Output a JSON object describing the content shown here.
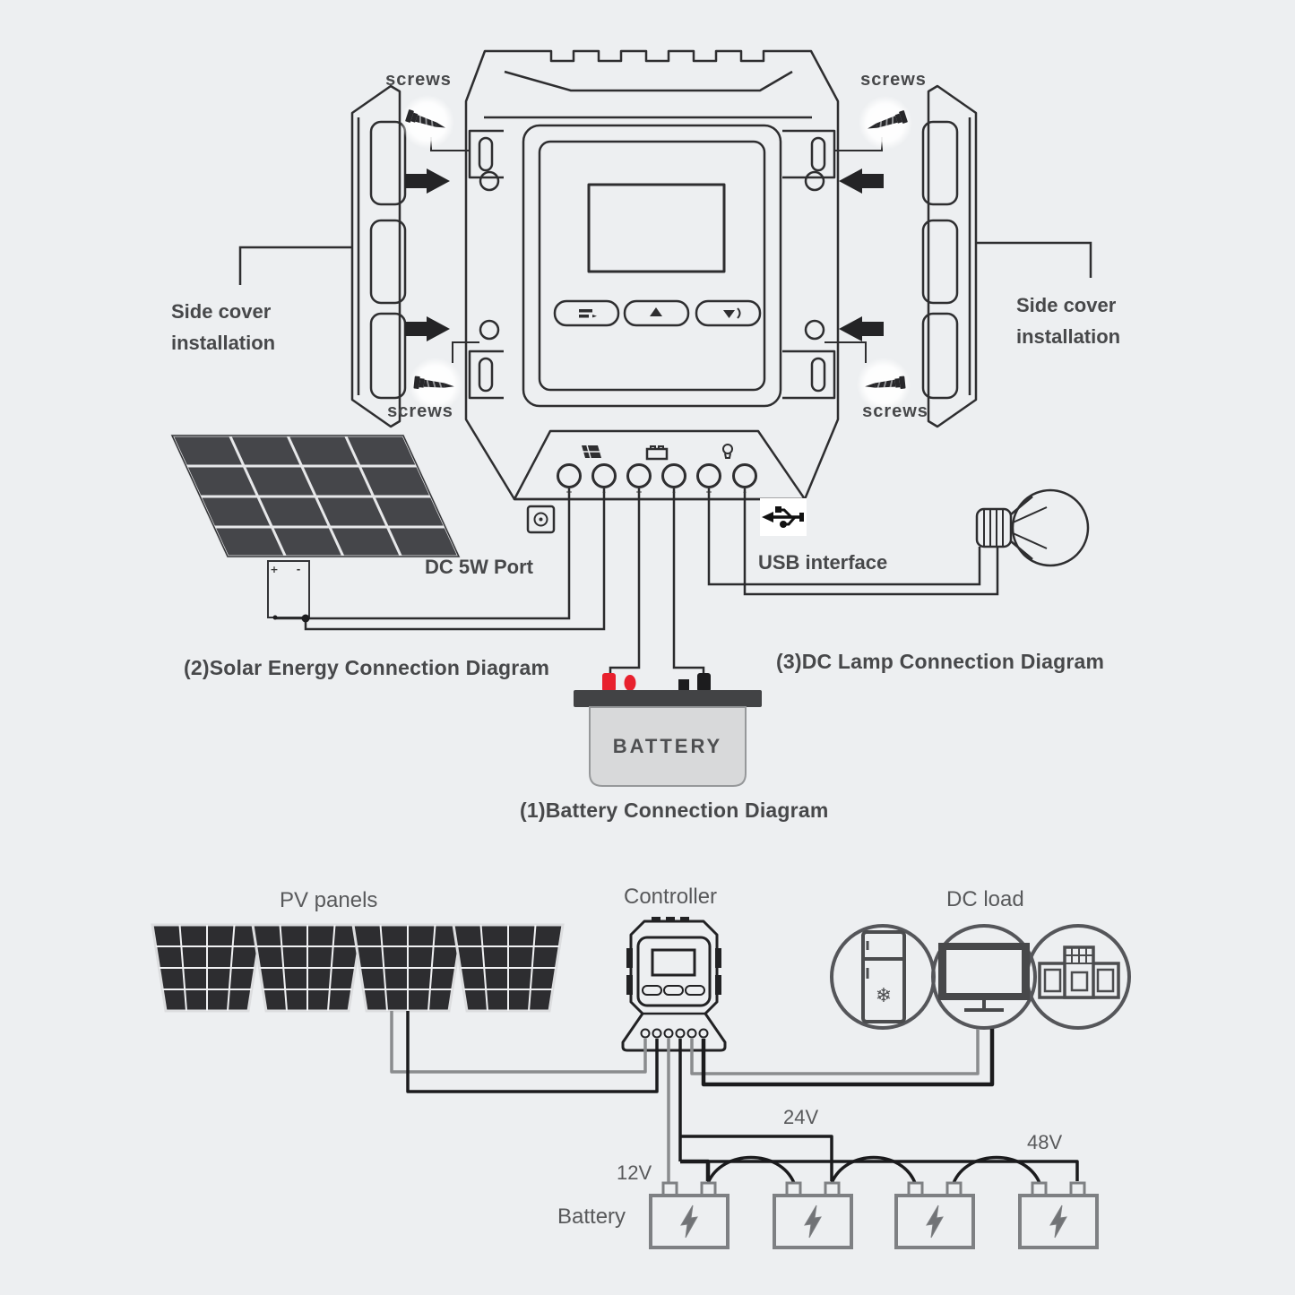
{
  "labels": {
    "screws": "screws",
    "side_cover_line1": "Side cover",
    "side_cover_line2": "installation",
    "dc5w_port": "DC 5W Port",
    "usb_interface": "USB interface",
    "diagram1": "(1)Battery Connection Diagram",
    "diagram2": "(2)Solar Energy Connection Diagram",
    "diagram3": "(3)DC Lamp Connection Diagram",
    "battery_box": "BATTERY"
  },
  "signs": {
    "plus": "+",
    "minus": "-"
  },
  "bottom": {
    "pv_panels": "PV panels",
    "controller": "Controller",
    "dc_load": "DC load",
    "v12": "12V",
    "v24": "24V",
    "v48": "48V",
    "battery": "Battery"
  },
  "icons": [
    "solar-terminal-icon",
    "battery-terminal-icon",
    "lamp-terminal-icon",
    "dc-port-icon",
    "usb-icon",
    "screw-icon",
    "arrow-icon",
    "bulb-icon",
    "fridge-icon",
    "tv-icon",
    "stereo-icon",
    "lightning-icon",
    "snowflake-icon"
  ],
  "colors": {
    "background": "#edeff1",
    "line_art": "#2e2e30",
    "gray_wire": "#8a8c8e",
    "black_wire": "#1b1b1d",
    "red_terminal": "#e8212e",
    "panel_dark": "#424346",
    "battery_bar": "#414244",
    "battery_body": "#d8d9da",
    "bottom_text": "#58595b"
  }
}
